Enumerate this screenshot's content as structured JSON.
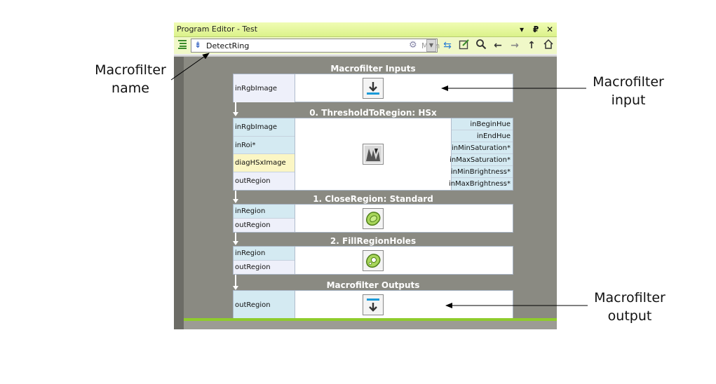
{
  "callouts": {
    "name": [
      "Macrofilter",
      "name"
    ],
    "input": [
      "Macrofilter",
      "input"
    ],
    "output": [
      "Macrofilter",
      "output"
    ]
  },
  "window": {
    "title": "Program Editor - Test",
    "controls": [
      "▾",
      "₽",
      "✕"
    ]
  },
  "toolbar": {
    "macrofilter_name": "DetectRing",
    "variant": "Main"
  },
  "blocks": {
    "inputs": {
      "title": "Macrofilter Inputs",
      "ports": [
        "inRgbImage"
      ]
    },
    "threshold": {
      "title": "0. ThresholdToRegion: HSx",
      "left_ports": [
        "inRgbImage",
        "inRoi*",
        "diagHSxImage",
        "outRegion"
      ],
      "right_ports": [
        "inBeginHue",
        "inEndHue",
        "inMinSaturation*",
        "inMaxSaturation*",
        "inMinBrightness*",
        "inMaxBrightness*"
      ]
    },
    "close": {
      "title": "1. CloseRegion: Standard",
      "ports": [
        "inRegion",
        "outRegion"
      ]
    },
    "fill": {
      "title": "2. FillRegionHoles",
      "ports": [
        "inRegion",
        "outRegion"
      ]
    },
    "outputs": {
      "title": "Macrofilter Outputs",
      "ports": [
        "outRegion"
      ]
    }
  },
  "colors": {
    "titlebar": "#dbf28a",
    "input_port": "#d4eaf2",
    "diag_port": "#fbf6c4",
    "accent_green": "#8fcc2c",
    "editor_bg": "#8a8a82"
  }
}
